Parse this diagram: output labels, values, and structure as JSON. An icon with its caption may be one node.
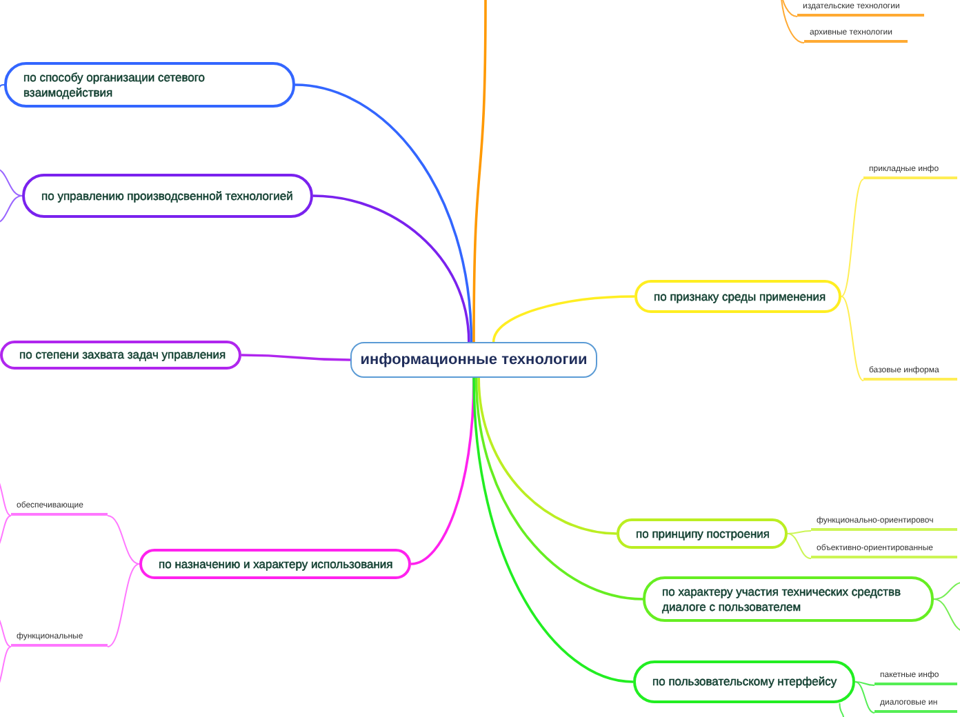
{
  "diagram": {
    "nodes": [
      {
        "text": [
          "информационные технологии"
        ]
      },
      {
        "text": [
          "по способу организации сетевого взаимодействия"
        ]
      },
      {
        "text": [
          "по управлению производсвенной технологией"
        ]
      },
      {
        "text": [
          "по степени захвата задач управления"
        ]
      },
      {
        "text": [
          "по назначению и характеру использования"
        ]
      },
      {
        "text": [
          "обеспечивающие"
        ]
      },
      {
        "text": [
          "функциональные"
        ]
      },
      {
        "text": [
          "по признаку среды применения"
        ]
      },
      {
        "text": [
          "прикладные инфо"
        ]
      },
      {
        "text": [
          "базовые информа"
        ]
      },
      {
        "text": [
          "по принципу построения"
        ]
      },
      {
        "text": [
          "функционально-ориентировоч"
        ]
      },
      {
        "text": [
          "объективно-ориентированные"
        ]
      },
      {
        "text": [
          "по характеру участия технических средствв диалоге с пользователем"
        ]
      },
      {
        "text": [
          "по пользовательскому нтерфейсу"
        ]
      },
      {
        "text": [
          "пакетные инфо"
        ]
      },
      {
        "text": [
          "диалоговые ин"
        ]
      },
      {
        "text": [
          "издательские технологии"
        ]
      },
      {
        "text": [
          "архивные технологии"
        ]
      }
    ],
    "edges": [
      {
        "from": 0,
        "to": 1,
        "arrow": "none",
        "color": "#3366ff"
      },
      {
        "from": 0,
        "to": 2,
        "arrow": "none",
        "color": "#7a22ee"
      },
      {
        "from": 0,
        "to": 3,
        "arrow": "none",
        "color": "#b026ee"
      },
      {
        "from": 0,
        "to": 4,
        "arrow": "none",
        "color": "#ff22ee"
      },
      {
        "from": 4,
        "to": 5,
        "arrow": "none",
        "color": "#ff77ff"
      },
      {
        "from": 4,
        "to": 6,
        "arrow": "none",
        "color": "#ff77ff"
      },
      {
        "from": 0,
        "to": 7,
        "arrow": "none",
        "color": "#ffee22"
      },
      {
        "from": 7,
        "to": 8,
        "arrow": "none",
        "color": "#ffee55"
      },
      {
        "from": 7,
        "to": 9,
        "arrow": "none",
        "color": "#ffee55"
      },
      {
        "from": 0,
        "to": 10,
        "arrow": "none",
        "color": "#bbee22"
      },
      {
        "from": 10,
        "to": 11,
        "arrow": "none",
        "color": "#ccf555"
      },
      {
        "from": 10,
        "to": 12,
        "arrow": "none",
        "color": "#ccf555"
      },
      {
        "from": 0,
        "to": 13,
        "arrow": "none",
        "color": "#66ee22"
      },
      {
        "from": 0,
        "to": 14,
        "arrow": "none",
        "color": "#22ee22"
      },
      {
        "from": 14,
        "to": 15,
        "arrow": "none",
        "color": "#55ee55"
      },
      {
        "from": 14,
        "to": 16,
        "arrow": "none",
        "color": "#55ee55"
      },
      {
        "from": 0,
        "to": null,
        "arrow": "none",
        "color": "#ff9900"
      },
      {
        "from": null,
        "to": 17,
        "arrow": "none",
        "color": "#ffaa33"
      },
      {
        "from": null,
        "to": 18,
        "arrow": "none",
        "color": "#ffaa33"
      },
      {
        "from": 1,
        "to": null,
        "arrow": "none",
        "color": "#3366ff"
      },
      {
        "from": 2,
        "to": null,
        "arrow": "none",
        "color": "#9a66ff"
      },
      {
        "from": 2,
        "to": null,
        "arrow": "none",
        "color": "#9a66ff"
      },
      {
        "from": 5,
        "to": null,
        "arrow": "none",
        "color": "#ff77ff"
      },
      {
        "from": 5,
        "to": null,
        "arrow": "none",
        "color": "#ff77ff"
      },
      {
        "from": 6,
        "to": null,
        "arrow": "none",
        "color": "#ff77ff"
      },
      {
        "from": 6,
        "to": null,
        "arrow": "none",
        "color": "#ff77ff"
      },
      {
        "from": 13,
        "to": null,
        "arrow": "none",
        "color": "#77ee55"
      },
      {
        "from": 13,
        "to": null,
        "arrow": "none",
        "color": "#77ee55"
      },
      {
        "from": 14,
        "to": null,
        "arrow": "none",
        "color": "#55ee55"
      }
    ]
  }
}
